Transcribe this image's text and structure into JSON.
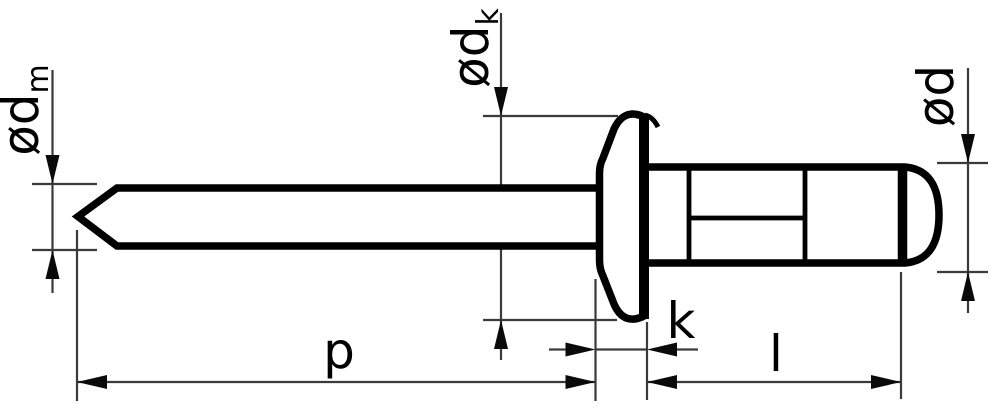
{
  "labels": {
    "mandrel_diameter": {
      "symbol": "ød",
      "subscript": "m"
    },
    "head_diameter": {
      "symbol": "ød",
      "subscript": "k"
    },
    "body_diameter": {
      "symbol": "ød",
      "subscript": ""
    },
    "mandrel_protrusion": "p",
    "head_height": "k",
    "body_length": "l"
  },
  "colors": {
    "outline": "#000000",
    "dimension_line": "#3a3a3a",
    "arrow": "#0a0a0a",
    "background": "#ffffff"
  }
}
